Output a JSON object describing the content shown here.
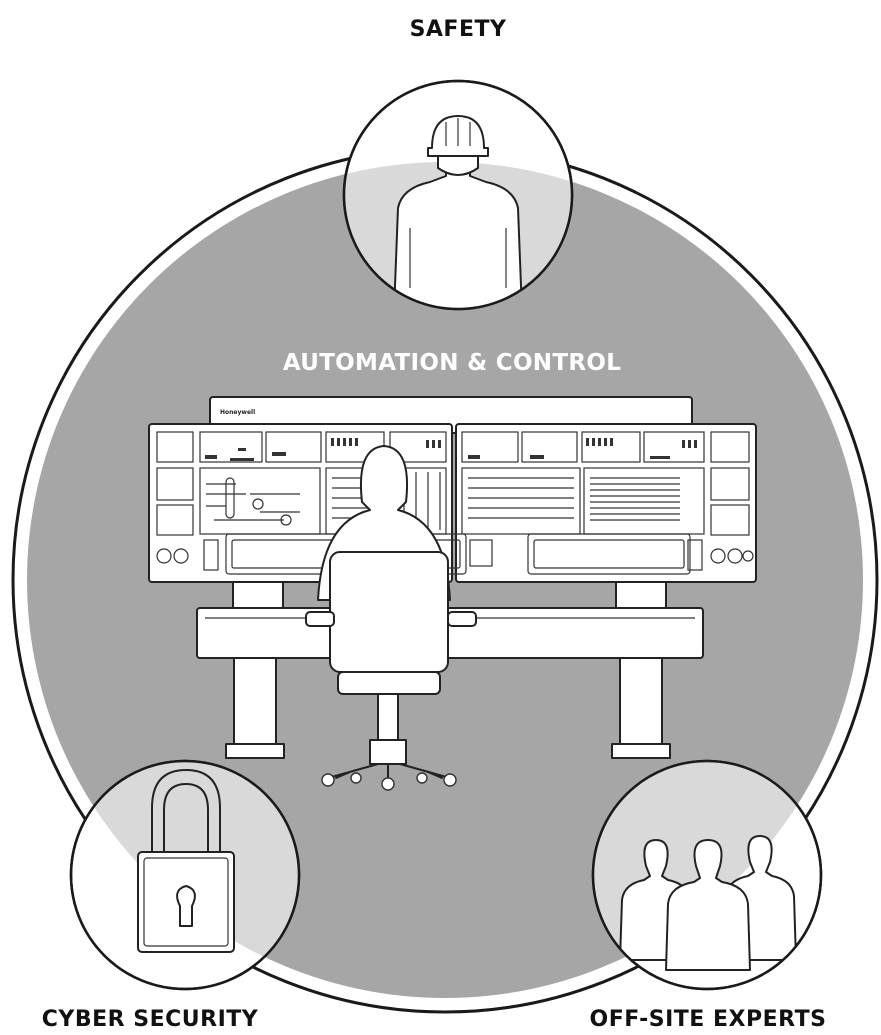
{
  "diagram": {
    "center_title": "AUTOMATION & CONTROL",
    "console_brand": "Honeywell",
    "nodes": [
      {
        "id": "safety",
        "label": "SAFETY",
        "icon": "hard-hat-worker-icon"
      },
      {
        "id": "cyber",
        "label": "CYBER SECURITY",
        "icon": "padlock-icon"
      },
      {
        "id": "offsite",
        "label": "OFF-SITE EXPERTS",
        "icon": "group-of-people-icon"
      }
    ],
    "colors": {
      "main_circle_fill": "#a6a6a6",
      "ring_stroke": "#1a1a1a",
      "node_fill": "#ffffff",
      "label_dark": "#111111",
      "label_light": "#ffffff"
    }
  }
}
